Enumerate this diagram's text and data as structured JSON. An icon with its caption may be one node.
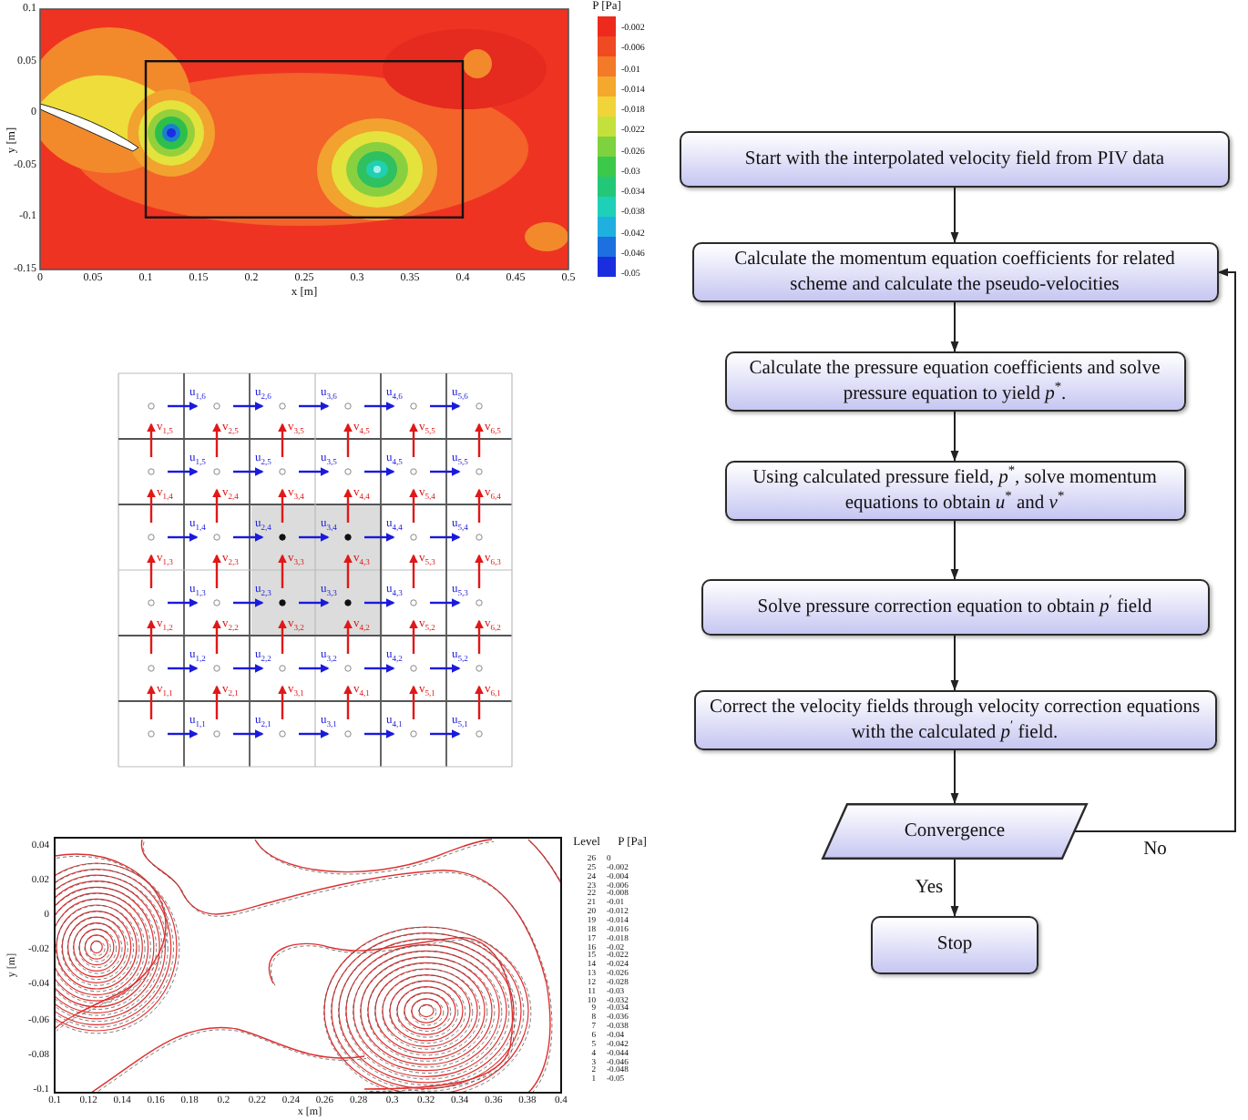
{
  "diagram": {
    "nodes": [
      {
        "text": [
          "Start with the interpolated velocity field from PIV data"
        ]
      },
      {
        "text": [
          "Calculate the momentum equation coefficients for related scheme and calculate the pseudo-velocities"
        ]
      },
      {
        "text": [
          "Calculate the pressure equation coefficients and solve pressure equation to yield *p*$^{*}$."
        ]
      },
      {
        "text": [
          "Using calculated pressure field, *p*$^{*}$, solve momentum equations to obtain *u*$^{*}$ and *v*$^{*}$"
        ]
      },
      {
        "text": [
          "Solve pressure correction equation to obtain *p*$^{′}$ field"
        ]
      },
      {
        "text": [
          "Correct the velocity fields through velocity correction equations with the calculated *p*$^{′}$ field."
        ]
      },
      {
        "text": [
          "Convergence"
        ]
      },
      {
        "text": [
          "Stop"
        ]
      }
    ],
    "edges": [
      {
        "from": 0,
        "to": 1,
        "arrow": "to"
      },
      {
        "from": 1,
        "to": 2,
        "arrow": "to"
      },
      {
        "from": 2,
        "to": 3,
        "arrow": "to"
      },
      {
        "from": 3,
        "to": 4,
        "arrow": "to"
      },
      {
        "from": 4,
        "to": 5,
        "arrow": "to"
      },
      {
        "from": 5,
        "to": 6,
        "arrow": "to"
      },
      {
        "from": 6,
        "to": 7,
        "arrow": "to",
        "label": "Yes"
      },
      {
        "from": 6,
        "to": 1,
        "arrow": "to",
        "label": "No"
      }
    ],
    "labels": [
      "0.1",
      "0.05",
      "0",
      "-0.05",
      "-0.1",
      "-0.15",
      "0",
      "0.05",
      "0.1",
      "0.15",
      "0.2",
      "0.25",
      "0.3",
      "0.35",
      "0.4",
      "0.45",
      "0.5",
      "x [m]",
      "y [m]",
      "P [Pa]",
      "-0.002",
      "-0.006",
      "-0.01",
      "-0.014",
      "-0.018",
      "-0.022",
      "-0.026",
      "-0.03",
      "-0.034",
      "-0.038",
      "-0.042",
      "-0.046",
      "-0.05",
      "u$_{1,6}$",
      "u$_{2,6}$",
      "u$_{3,6}$",
      "u$_{4,6}$",
      "u$_{5,6}$",
      "v$_{1,5}$",
      "v$_{2,5}$",
      "v$_{3,5}$",
      "v$_{4,5}$",
      "v$_{5,5}$",
      "v$_{6,5}$",
      "u$_{1,5}$",
      "u$_{2,5}$",
      "u$_{3,5}$",
      "u$_{4,5}$",
      "u$_{5,5}$",
      "v$_{1,4}$",
      "v$_{2,4}$",
      "v$_{3,4}$",
      "v$_{4,4}$",
      "v$_{5,4}$",
      "v$_{6,4}$",
      "u$_{1,4}$",
      "u$_{2,4}$",
      "u$_{3,4}$",
      "u$_{4,4}$",
      "u$_{5,4}$",
      "v$_{1,3}$",
      "v$_{2,3}$",
      "v$_{3,3}$",
      "v$_{4,3}$",
      "v$_{5,3}$",
      "v$_{6,3}$",
      "u$_{1,3}$",
      "u$_{2,3}$",
      "u$_{3,3}$",
      "u$_{4,3}$",
      "u$_{5,3}$",
      "v$_{1,2}$",
      "v$_{2,2}$",
      "v$_{3,2}$",
      "v$_{4,2}$",
      "v$_{5,2}$",
      "v$_{6,2}$",
      "u$_{1,2}$",
      "u$_{2,2}$",
      "u$_{3,2}$",
      "u$_{4,2}$",
      "u$_{5,2}$",
      "v$_{1,1}$",
      "v$_{2,1}$",
      "v$_{3,1}$",
      "v$_{4,1}$",
      "v$_{5,1}$",
      "v$_{6,1}$",
      "u$_{1,1}$",
      "u$_{2,1}$",
      "u$_{3,1}$",
      "u$_{4,1}$",
      "u$_{5,1}$",
      "0.04",
      "0.02",
      "0",
      "-0.02",
      "-0.04",
      "-0.06",
      "-0.08",
      "-0.1",
      "0.1",
      "0.12",
      "0.14",
      "0.16",
      "0.18",
      "0.2",
      "0.22",
      "0.24",
      "0.26",
      "0.28",
      "0.3",
      "0.32",
      "0.34",
      "0.36",
      "0.38",
      "0.4",
      "x [m]",
      "y [m]",
      "Level",
      "P [Pa]",
      "26",
      "0",
      "25",
      "-0.002",
      "24",
      "-0.004",
      "23",
      "-0.006",
      "22",
      "-0.008",
      "21",
      "-0.01",
      "20",
      "-0.012",
      "19",
      "-0.014",
      "18",
      "-0.016",
      "17",
      "-0.018",
      "16",
      "-0.02",
      "15",
      "-0.022",
      "14",
      "-0.024",
      "13",
      "-0.026",
      "12",
      "-0.028",
      "11",
      "-0.03",
      "10",
      "-0.032",
      "9",
      "-0.034",
      "8",
      "-0.036",
      "7",
      "-0.038",
      "6",
      "-0.04",
      "5",
      "-0.042",
      "4",
      "-0.044",
      "3",
      "-0.046",
      "2",
      "-0.048",
      "1",
      "-0.05"
    ]
  }
}
